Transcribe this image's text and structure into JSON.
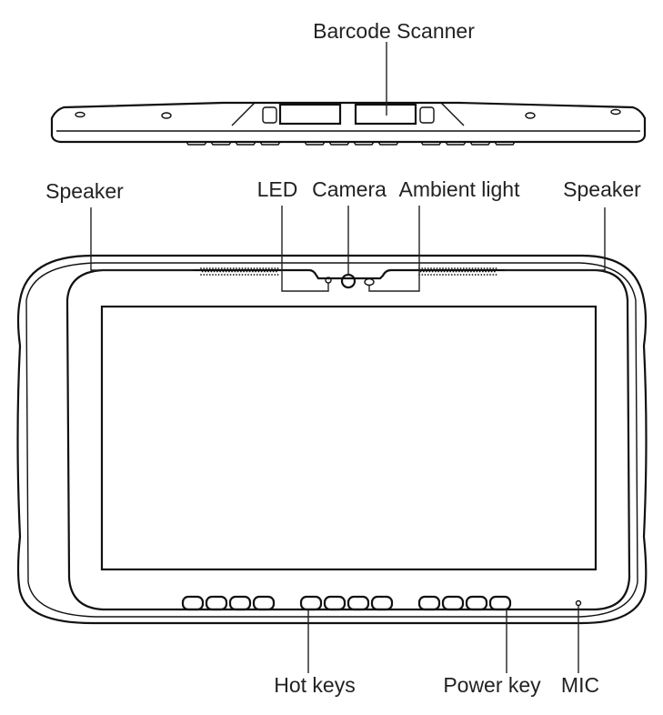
{
  "labels": {
    "barcode_scanner": "Barcode Scanner",
    "speaker_left": "Speaker",
    "led": "LED",
    "camera": "Camera",
    "ambient_light": "Ambient light",
    "speaker_right": "Speaker",
    "hot_keys": "Hot keys",
    "power_key": "Power key",
    "mic": "MIC"
  },
  "hot_key_groups": [
    4,
    4,
    4
  ]
}
